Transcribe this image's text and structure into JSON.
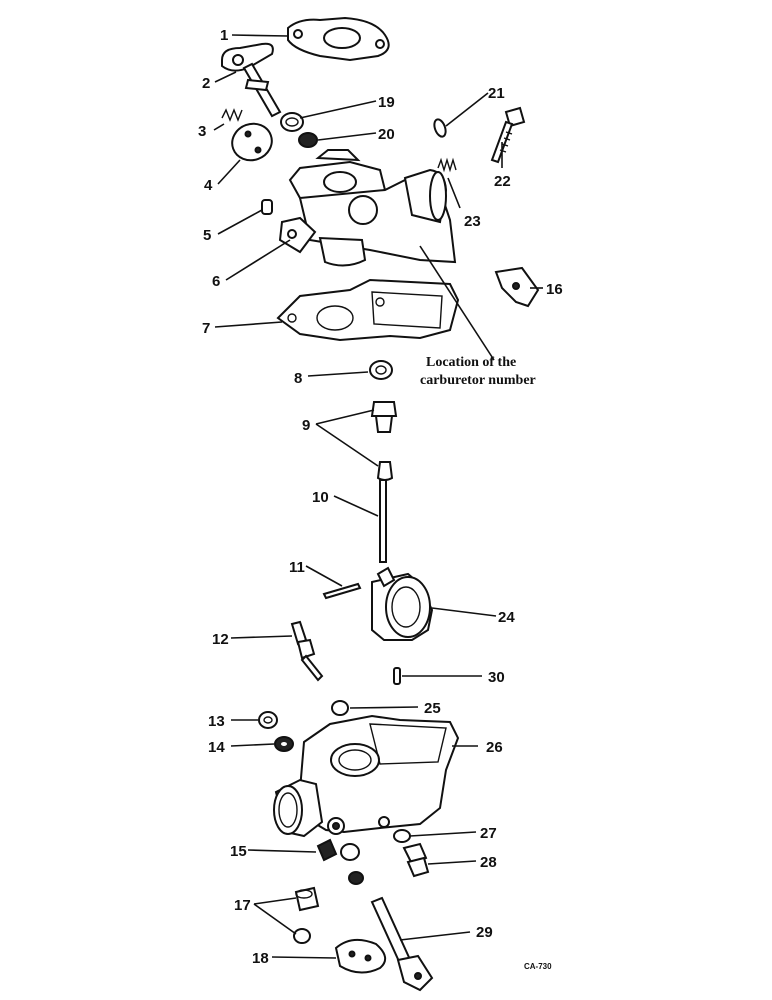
{
  "figure": {
    "note_line1": "Location of the",
    "note_line2": "carburetor number",
    "code": "CA-730"
  },
  "callouts": [
    "1",
    "2",
    "3",
    "4",
    "5",
    "6",
    "7",
    "8",
    "9",
    "10",
    "11",
    "12",
    "13",
    "14",
    "15",
    "16",
    "17",
    "18",
    "19",
    "20",
    "21",
    "22",
    "23",
    "24",
    "25",
    "26",
    "27",
    "28",
    "29",
    "30"
  ]
}
